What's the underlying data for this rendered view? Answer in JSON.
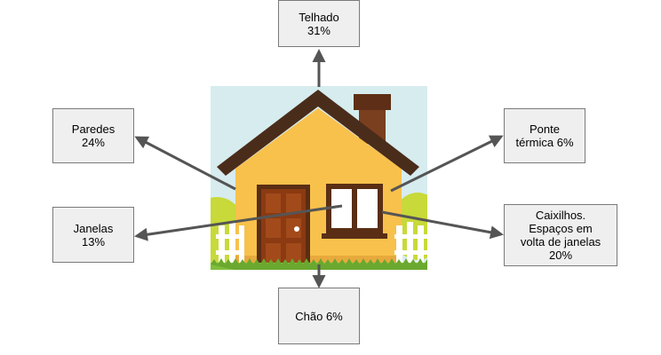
{
  "colors": {
    "sky": "#d6ecef",
    "house_wall": "#f8c14c",
    "house_wall_shade": "#e8a93d",
    "roof": "#4a2c1a",
    "chimney": "#7a3f1f",
    "door": "#8b3a12",
    "window_frame": "#5a2e14",
    "window_glass": "#ffffff",
    "grass": "#7fbe3a",
    "bush": "#c8d93a",
    "fence": "#ffffff",
    "arrow": "#555555",
    "box_fill": "#efefef",
    "box_border": "#7a7a7a"
  },
  "labels": {
    "roof": {
      "line1": "Telhado",
      "line2": "31%"
    },
    "walls": {
      "line1": "Paredes",
      "line2": "24%"
    },
    "thermal": {
      "line1": "Ponte",
      "line2": "térmica 6%"
    },
    "windows": {
      "line1": "Janelas",
      "line2": "13%"
    },
    "frames": {
      "line1": "Caixilhos.",
      "line2": "Espaços em",
      "line3": "volta de janelas",
      "line4": "20%"
    },
    "floor": {
      "line1": "Chão 6%"
    }
  }
}
